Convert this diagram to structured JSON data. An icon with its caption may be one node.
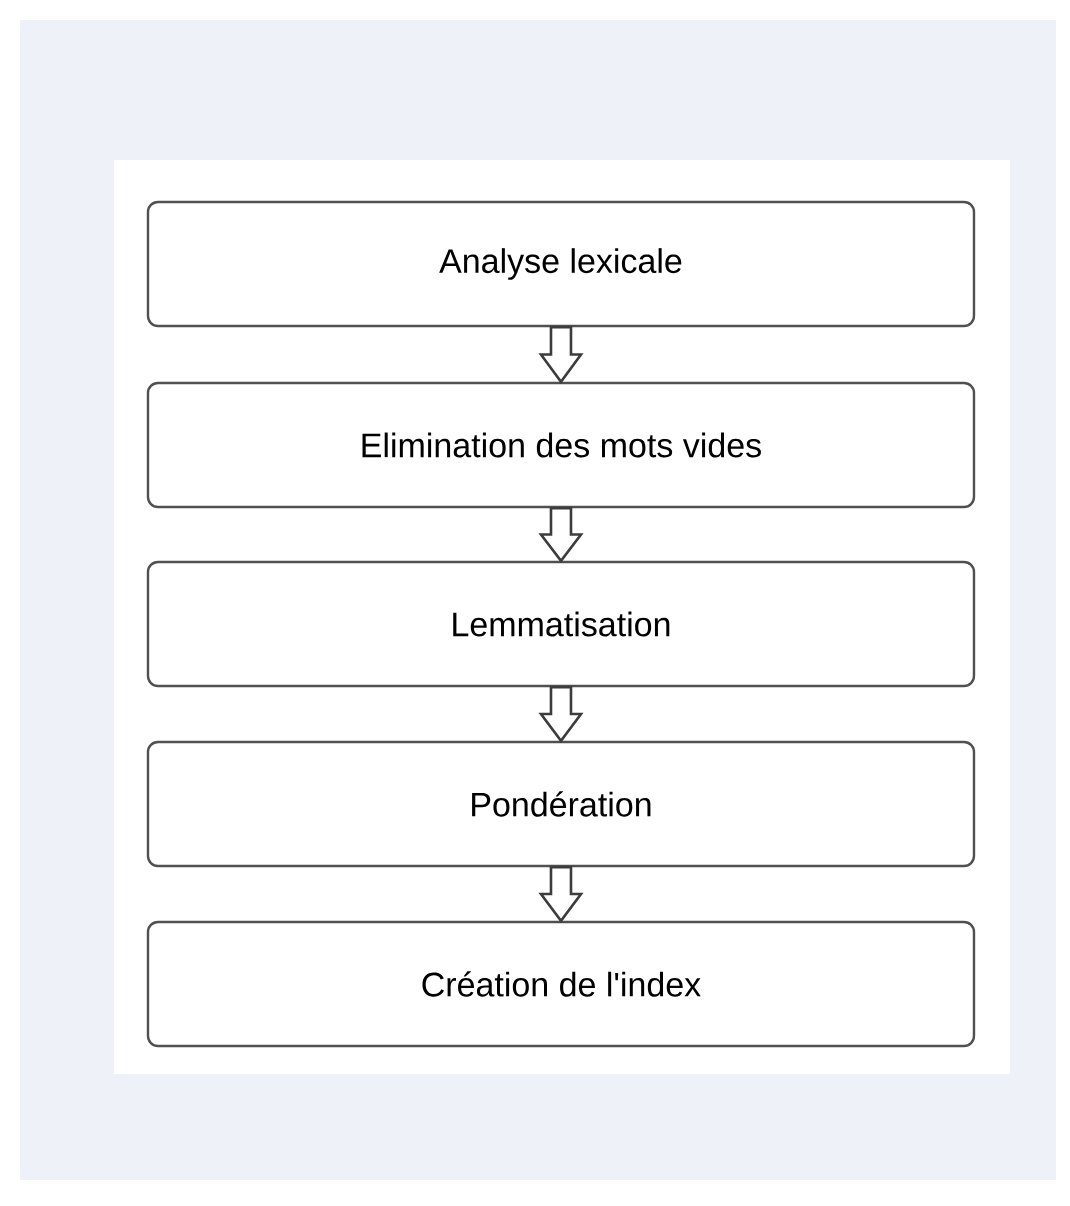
{
  "diagram": {
    "nodes": [
      {
        "text": [
          "Analyse lexicale"
        ]
      },
      {
        "text": [
          "Elimination des mots vides"
        ]
      },
      {
        "text": [
          "Lemmatisation"
        ]
      },
      {
        "text": [
          "Pondération"
        ]
      },
      {
        "text": [
          "Création de l'index"
        ]
      }
    ],
    "edges": [
      {
        "from": 0,
        "to": 1,
        "arrow": "to"
      },
      {
        "from": 1,
        "to": 2,
        "arrow": "to"
      },
      {
        "from": 2,
        "to": 3,
        "arrow": "to"
      },
      {
        "from": 3,
        "to": 4,
        "arrow": "to"
      }
    ]
  }
}
